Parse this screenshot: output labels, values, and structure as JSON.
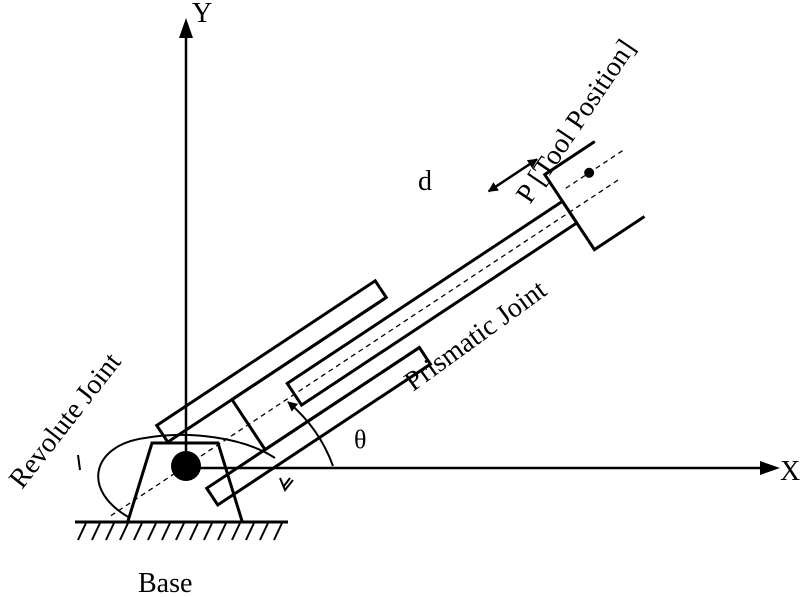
{
  "axes": {
    "x_label": "X",
    "y_label": "Y"
  },
  "labels": {
    "tool_position": "P [Tool Position]",
    "prismatic_joint": "Prismatic Joint",
    "revolute_joint": "Revolute Joint",
    "extension": "d",
    "angle": "θ",
    "base": "Base"
  }
}
